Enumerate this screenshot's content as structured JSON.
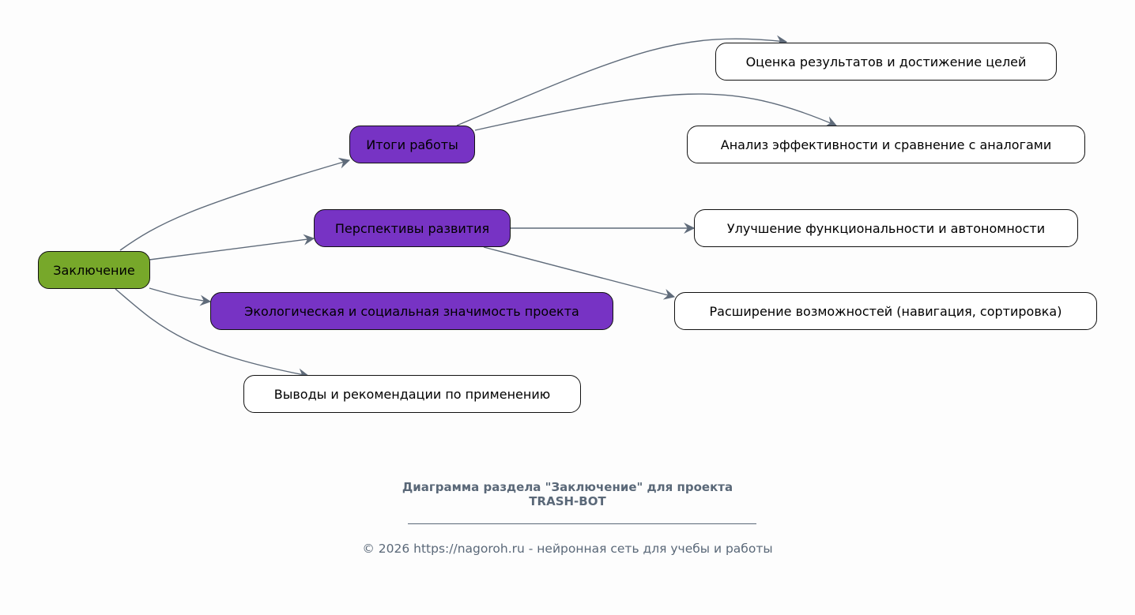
{
  "diagram": {
    "root": {
      "label": "Заключение",
      "color": "#77a82a"
    },
    "branches": [
      {
        "label": "Итоги работы",
        "color": "#7733c4",
        "children": [
          {
            "label": "Оценка результатов и достижение целей"
          },
          {
            "label": "Анализ эффективности и сравнение с аналогами"
          }
        ]
      },
      {
        "label": "Перспективы развития",
        "color": "#7733c4",
        "children": [
          {
            "label": "Улучшение функциональности и автономности"
          },
          {
            "label": "Расширение возможностей (навигация, сортировка)"
          }
        ]
      },
      {
        "label": "Экологическая и социальная значимость проекта",
        "color": "#7733c4"
      },
      {
        "label": "Выводы и рекомендации по применению",
        "color": "#ffffff"
      }
    ],
    "edge_color": "#5f6b7a"
  },
  "footer": {
    "title_line1": "Диаграмма раздела \"Заключение\" для проекта",
    "title_line2": "TRASH-BOT",
    "copyright": "© 2026 https://nagoroh.ru - нейронная сеть для учебы и работы"
  }
}
